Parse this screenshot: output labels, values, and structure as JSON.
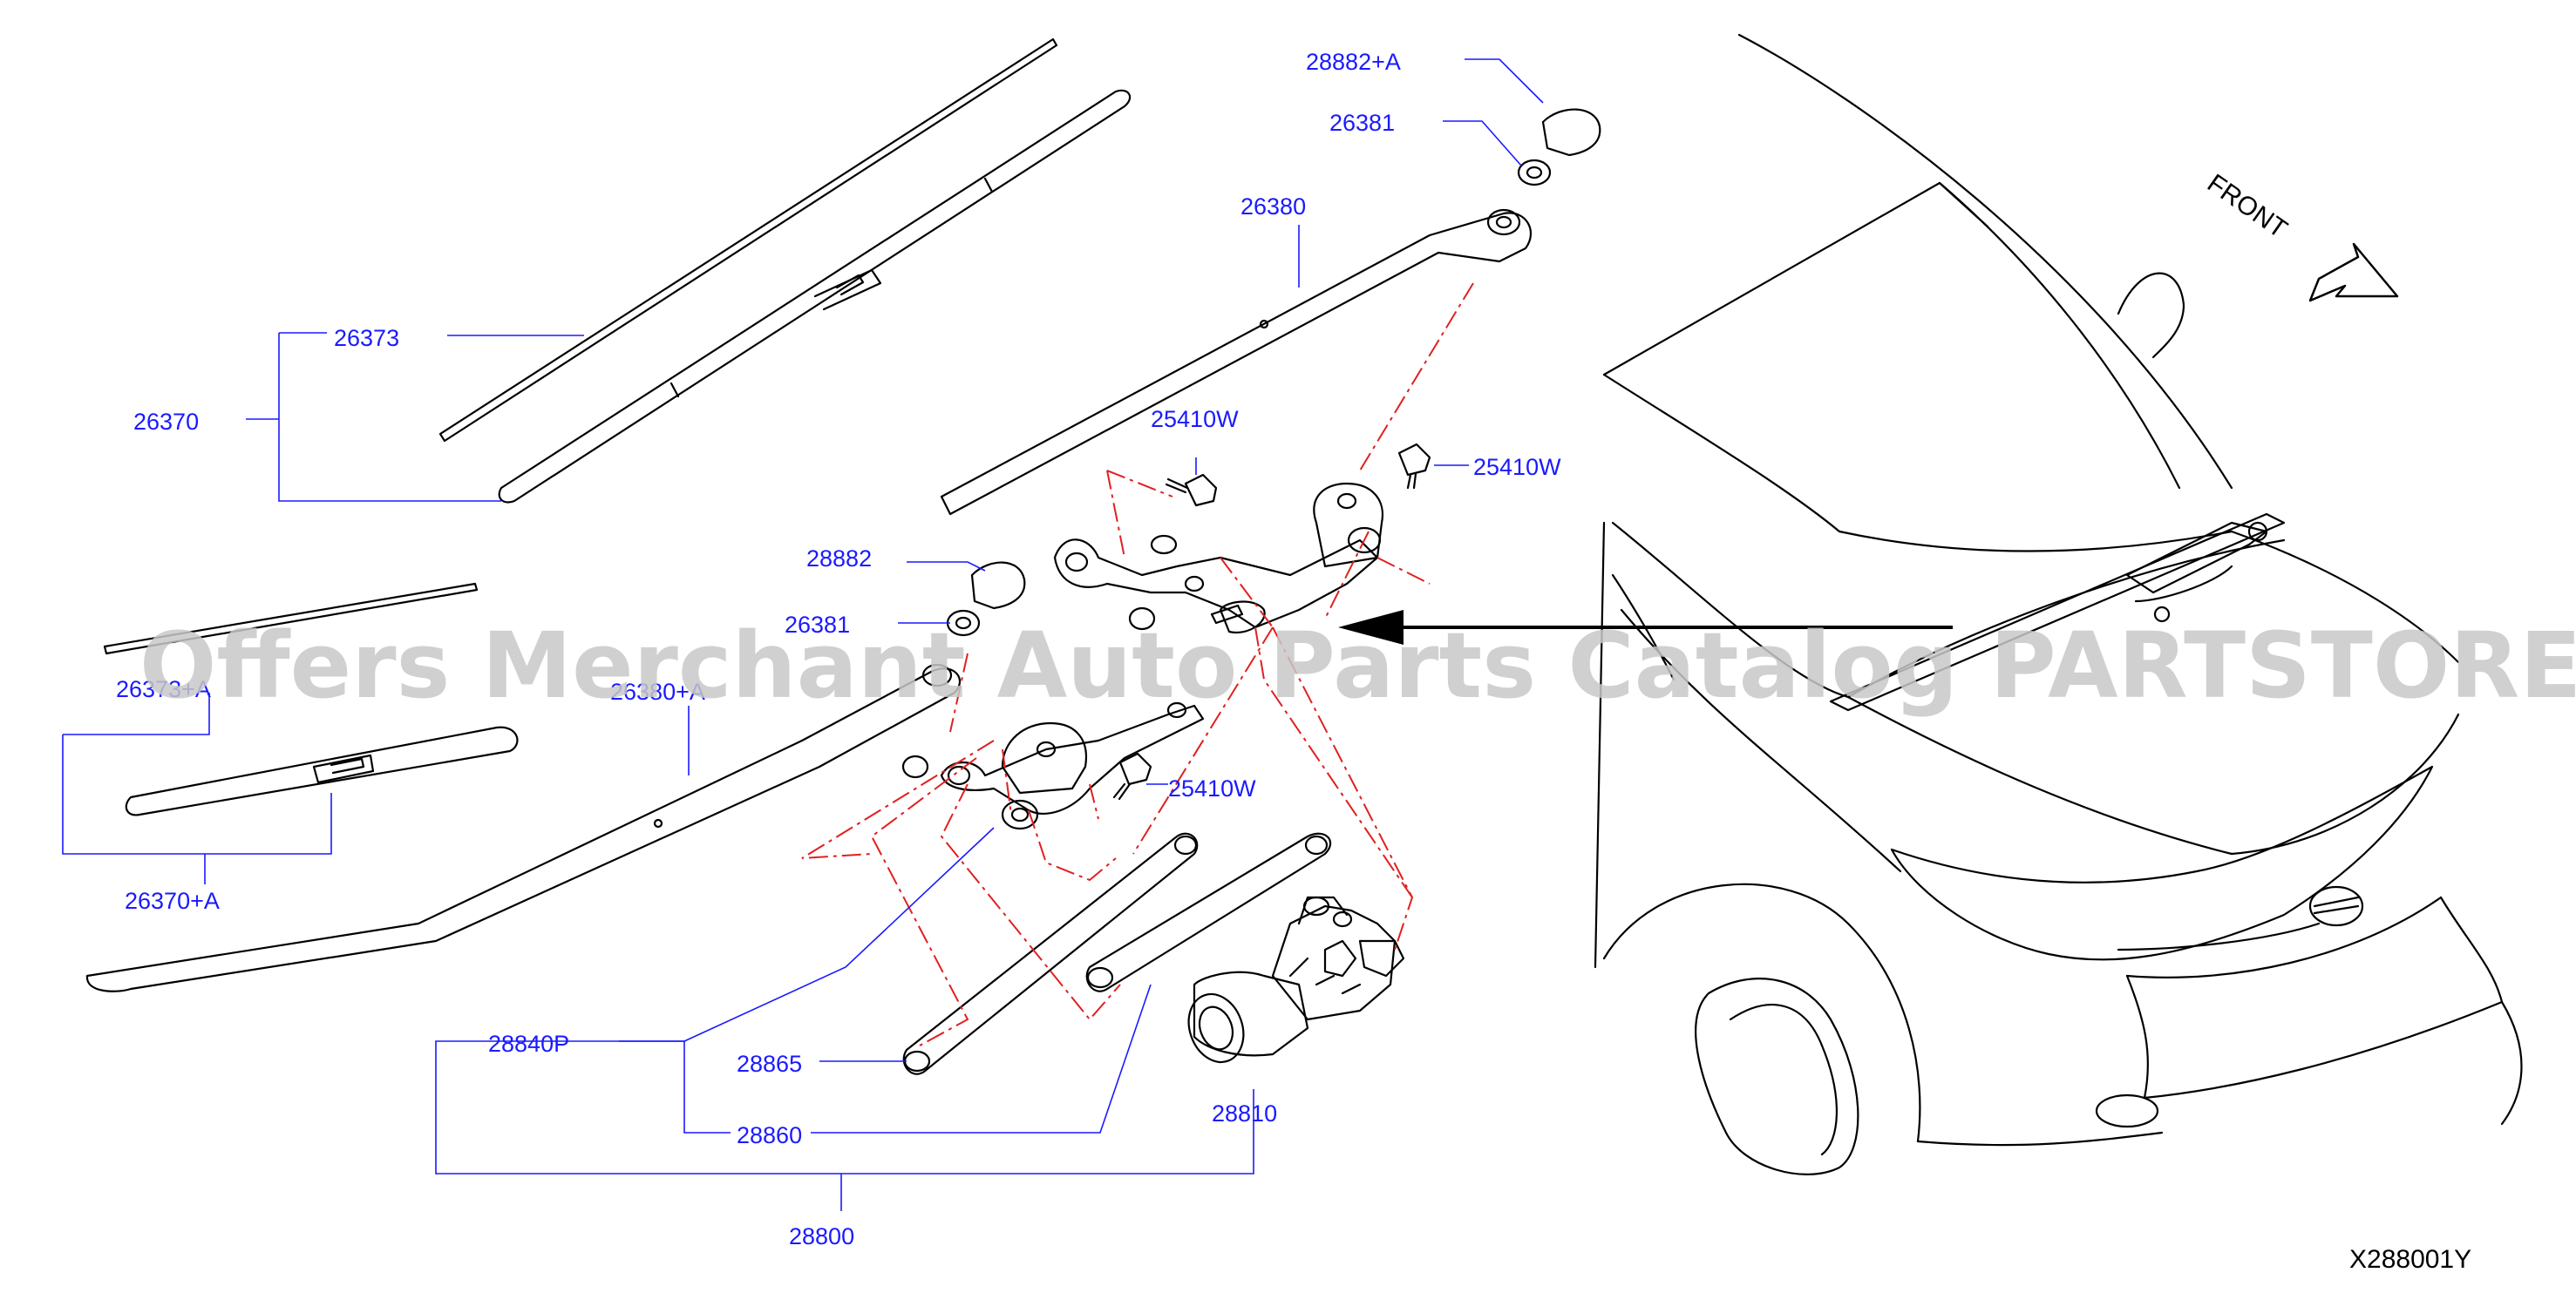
{
  "colors": {
    "label": "#1a1aff",
    "line": "#000000",
    "leader": "#1a1aff",
    "dashed": "#e02020",
    "watermark": "#c8c8c8"
  },
  "labels": {
    "l_28882A": "28882+A",
    "l_26381a": "26381",
    "l_26380": "26380",
    "l_26373": "26373",
    "l_26370": "26370",
    "l_25410Wa": "25410W",
    "l_25410Wb": "25410W",
    "l_28882": "28882",
    "l_26381b": "26381",
    "l_26373A": "26373+A",
    "l_26380A": "26380+A",
    "l_26370A": "26370+A",
    "l_25410Wc": "25410W",
    "l_28840P": "28840P",
    "l_28865": "28865",
    "l_28860": "28860",
    "l_28810": "28810",
    "l_28800": "28800"
  },
  "front_label": "FRONT",
  "diagram_code": "X288001Y",
  "watermark": "Offers Merchant Auto Parts Catalog PARTSTORE.SA"
}
